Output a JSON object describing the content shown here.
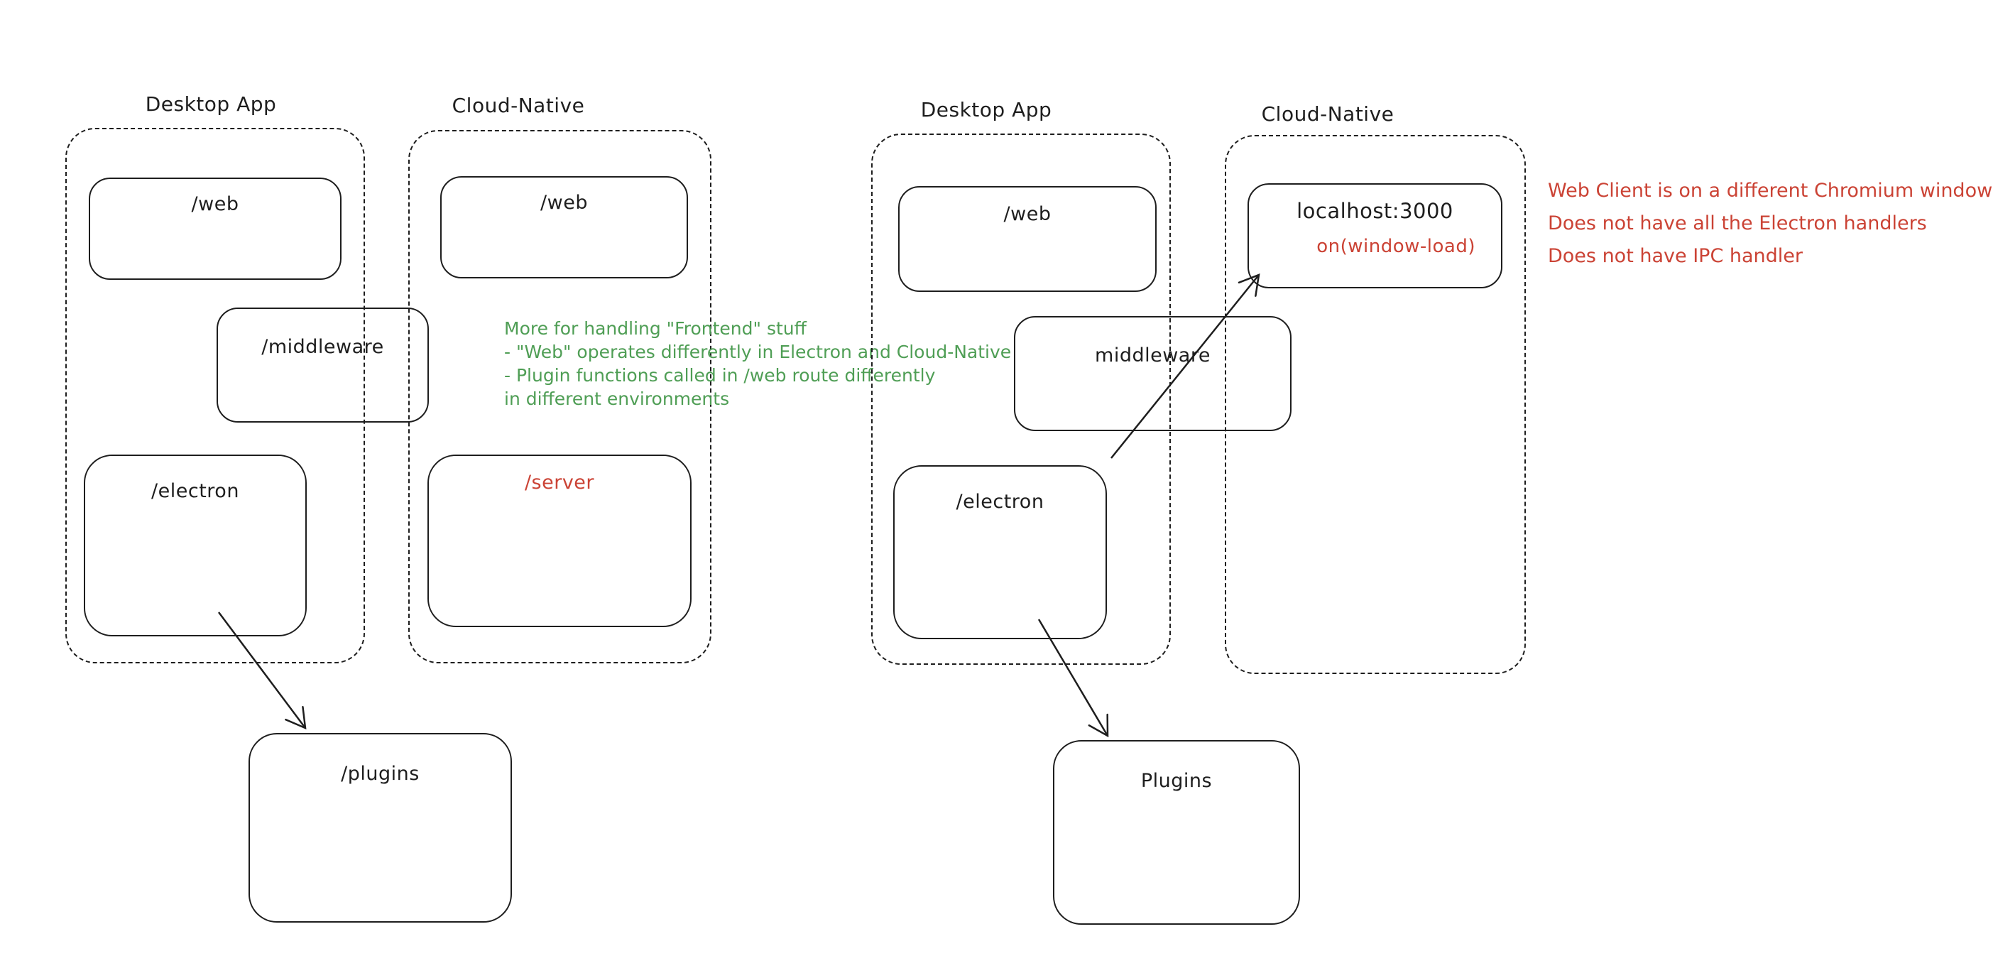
{
  "colors": {
    "stroke": "#1e1e1e",
    "green": "#4f9e55",
    "red": "#cb4335",
    "background": "#ffffff"
  },
  "left_diagram": {
    "desktop_container_label": "Desktop App",
    "cloud_container_label": "Cloud-Native",
    "nodes": {
      "web_desktop": "/web",
      "web_cloud": "/web",
      "middleware": "/middleware",
      "electron": "/electron",
      "server": "/server",
      "plugins": "/plugins"
    },
    "annotation": {
      "lines": [
        "More for handling \"Frontend\" stuff",
        "- \"Web\" operates differently in Electron and Cloud-Native",
        "- Plugin functions called in /web route differently",
        "in different environments"
      ]
    }
  },
  "right_diagram": {
    "desktop_container_label": "Desktop App",
    "cloud_container_label": "Cloud-Native",
    "nodes": {
      "web": "/web",
      "localhost": "localhost:3000",
      "localhost_sub": "on(window-load)",
      "middleware": "middleware",
      "electron": "/electron",
      "plugins": "Plugins"
    },
    "annotation": {
      "lines": [
        "Web Client is on a different Chromium window",
        "Does not have all the Electron handlers",
        "Does not have IPC handler"
      ]
    }
  }
}
